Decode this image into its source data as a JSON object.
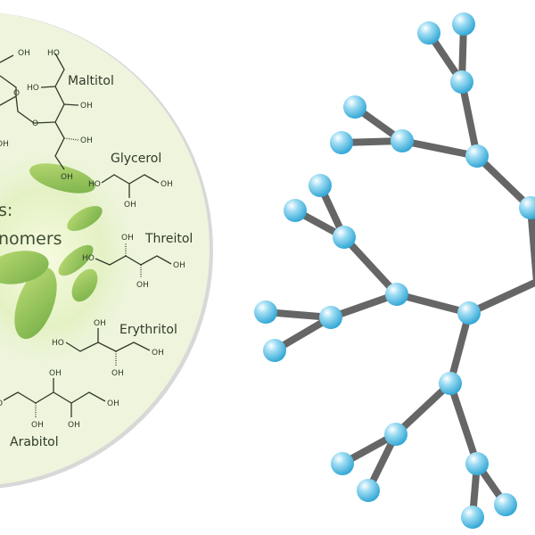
{
  "left_panel": {
    "heading_fragment": "s:",
    "subheading_fragment": "nomers",
    "background_color": "#eef5dc",
    "molecules": [
      {
        "name": "Maltitol",
        "groups": [
          "OH",
          "HO",
          "HO",
          "OH",
          "O",
          "O",
          "OH",
          "OH",
          "OH"
        ]
      },
      {
        "name": "Glycerol",
        "groups": [
          "HO",
          "OH",
          "OH"
        ]
      },
      {
        "name": "Threitol",
        "groups": [
          "HO",
          "OH",
          "OH",
          "OH"
        ]
      },
      {
        "name": "Erythritol",
        "groups": [
          "HO",
          "OH",
          "OH",
          "OH"
        ]
      },
      {
        "name": "Arabitol",
        "groups": [
          "O",
          "OH",
          "OH",
          "OH",
          "OH"
        ]
      }
    ]
  },
  "network": {
    "node_color": "#4fb9e0",
    "edge_color": "#666666"
  }
}
